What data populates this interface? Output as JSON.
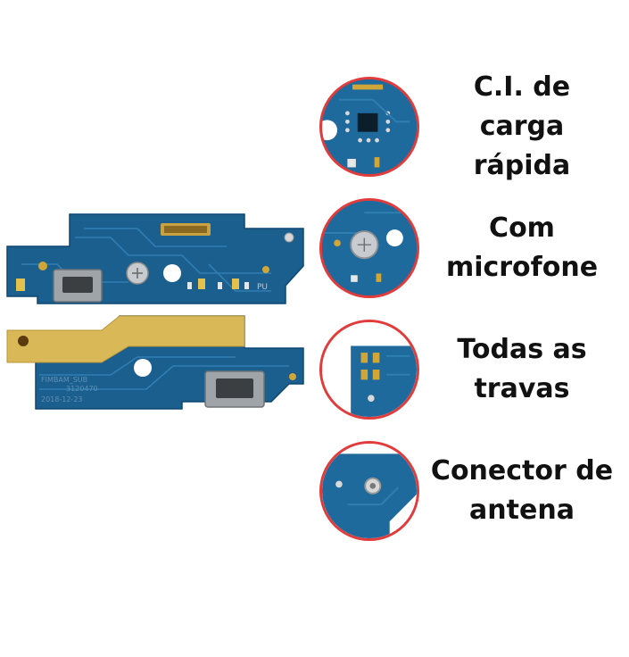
{
  "features": [
    {
      "line1": "C.I. de carga",
      "line2": "rápida",
      "icon": "charging-ic-icon"
    },
    {
      "line1": "Com",
      "line2": "microfone",
      "icon": "microphone-icon"
    },
    {
      "line1": "Todas as",
      "line2": "travas",
      "icon": "latch-icon"
    },
    {
      "line1": "Conector de",
      "line2": "antena",
      "icon": "antenna-connector-icon"
    }
  ],
  "board_silkscreen": {
    "top_board_marker": "PU",
    "bottom_board_lines": [
      "FIMBAM_SUB",
      "3120470",
      "2018-12-23"
    ]
  },
  "colors": {
    "pcb": "#1b5f8f",
    "circle_border": "#e03c3c",
    "label_text": "#111111"
  }
}
